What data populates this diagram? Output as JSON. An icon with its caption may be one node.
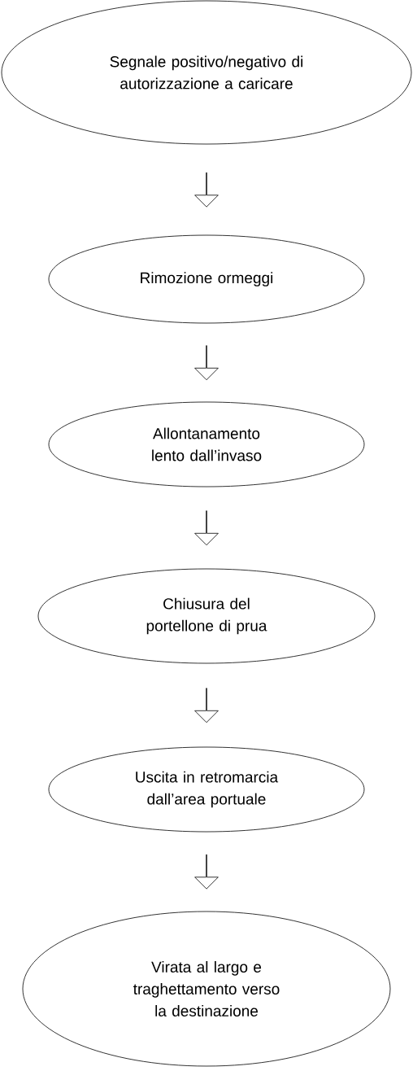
{
  "diagram": {
    "nodes": [
      {
        "text": [
          "Segnale positivo/negativo di autorizzazione a caricare"
        ]
      },
      {
        "text": [
          "Rimozione ormeggi"
        ]
      },
      {
        "text": [
          "Allontanamento lento dall’invaso"
        ]
      },
      {
        "text": [
          "Chiusura del portellone di prua"
        ]
      },
      {
        "text": [
          "Uscita in retromarcia dall’area portuale"
        ]
      },
      {
        "text": [
          "Virata al largo e traghettamento verso la destinazione"
        ]
      }
    ],
    "edges": [
      {
        "from": 0,
        "to": 1,
        "arrow": "to"
      },
      {
        "from": 1,
        "to": 2,
        "arrow": "to"
      },
      {
        "from": 2,
        "to": 3,
        "arrow": "to"
      },
      {
        "from": 3,
        "to": 4,
        "arrow": "to"
      },
      {
        "from": 4,
        "to": 5,
        "arrow": "to"
      }
    ]
  }
}
